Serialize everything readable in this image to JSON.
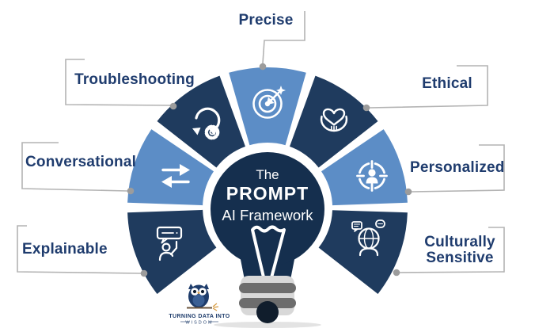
{
  "diagram_title": {
    "line1": "The",
    "line2": "PROMPT",
    "line3": "AI Framework"
  },
  "segments": [
    {
      "label": "Precise",
      "icon": "target-dart-icon",
      "tone": "light"
    },
    {
      "label": "Troubleshooting",
      "icon": "gear-refresh-icon",
      "tone": "dark"
    },
    {
      "label": "Conversational",
      "icon": "exchange-arrows-icon",
      "tone": "light"
    },
    {
      "label": "Explainable",
      "icon": "person-speech-bubble-icon",
      "tone": "dark"
    },
    {
      "label": "Ethical",
      "icon": "hands-heart-icon",
      "tone": "dark"
    },
    {
      "label": "Personalized",
      "icon": "person-target-icon",
      "tone": "light"
    },
    {
      "label": "Culturally Sensitive",
      "icon": "globe-person-chat-icon",
      "tone": "dark"
    }
  ],
  "colors": {
    "segment_dark": "#1f3b5e",
    "segment_light": "#5c8dc6",
    "bulb": "#152f4e",
    "label_text": "#1f3c6e",
    "connector_line": "#b3b3b3",
    "connector_dot": "#9c9c9c",
    "base_gray": "#d8d8d8",
    "base_bar_gray": "#6d6d6d",
    "base_tip": "#101d2c",
    "icon_white": "#ffffff"
  },
  "logo": {
    "line1": "TURNING DATA INTO",
    "line2": "WISDOM"
  }
}
